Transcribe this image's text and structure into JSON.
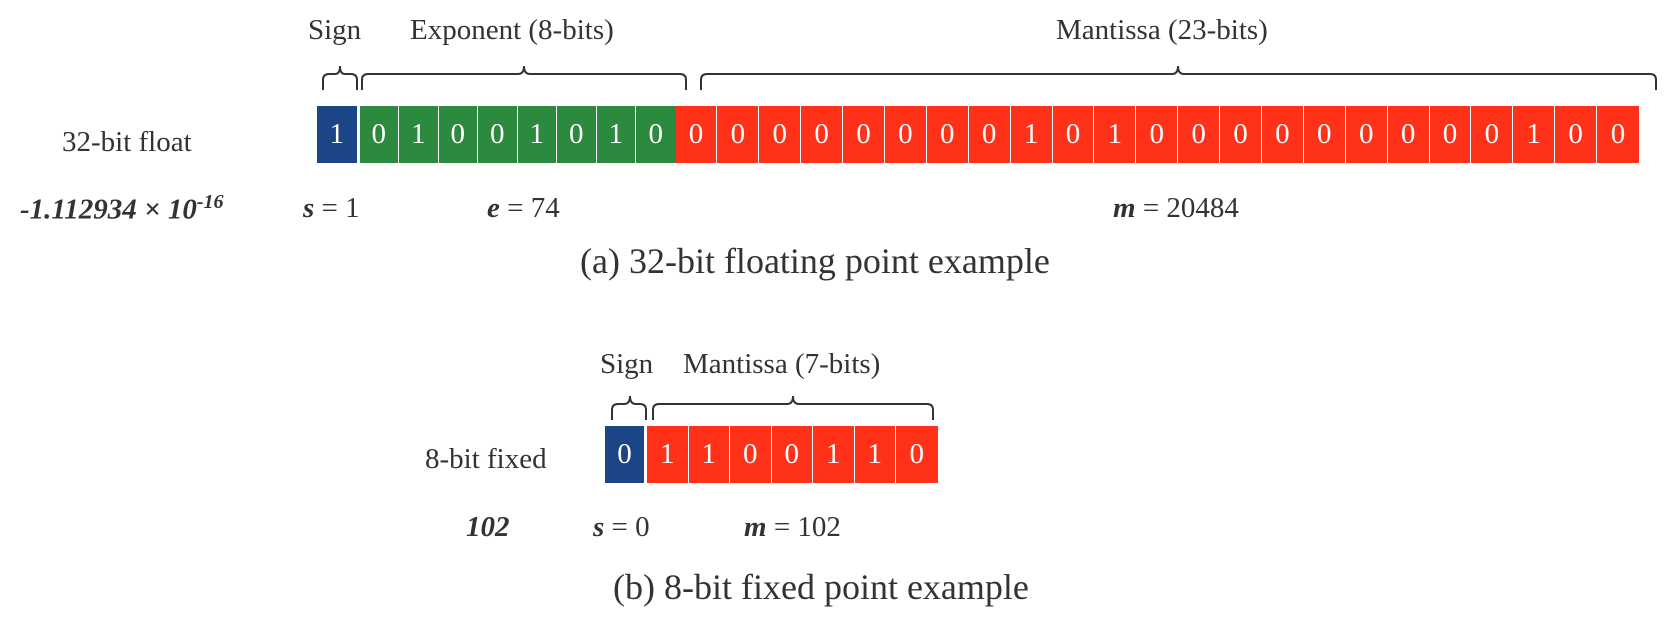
{
  "colors": {
    "sign": "#1b4587",
    "exponent": "#2b8a3e",
    "mantissa": "#ff3118",
    "text": "#333333"
  },
  "float32": {
    "row_label": "32-bit float",
    "sign_label": "Sign",
    "exponent_label": "Exponent (8-bits)",
    "mantissa_label": "Mantissa (23-bits)",
    "sign_bits": [
      "1"
    ],
    "exponent_bits": [
      "0",
      "1",
      "0",
      "0",
      "1",
      "0",
      "1",
      "0"
    ],
    "mantissa_bits": [
      "0",
      "0",
      "0",
      "0",
      "0",
      "0",
      "0",
      "0",
      "1",
      "0",
      "1",
      "0",
      "0",
      "0",
      "0",
      "0",
      "0",
      "0",
      "0",
      "0",
      "1",
      "0",
      "0"
    ],
    "value_base": "-1.112934 × 10",
    "value_exp": "-16",
    "s_var": "s",
    "s_rest": " = 1",
    "e_var": "e",
    "e_rest": " = 74",
    "m_var": "m",
    "m_rest": " = 20484",
    "caption": "(a) 32-bit floating point example"
  },
  "fixed8": {
    "row_label": "8-bit fixed",
    "sign_label": "Sign",
    "mantissa_label": "Mantissa (7-bits)",
    "sign_bits": [
      "0"
    ],
    "mantissa_bits": [
      "1",
      "1",
      "0",
      "0",
      "1",
      "1",
      "0"
    ],
    "value": "102",
    "s_var": "s",
    "s_rest": " = 0",
    "m_var": "m",
    "m_rest": " = 102",
    "caption": "(b) 8-bit fixed point example"
  }
}
